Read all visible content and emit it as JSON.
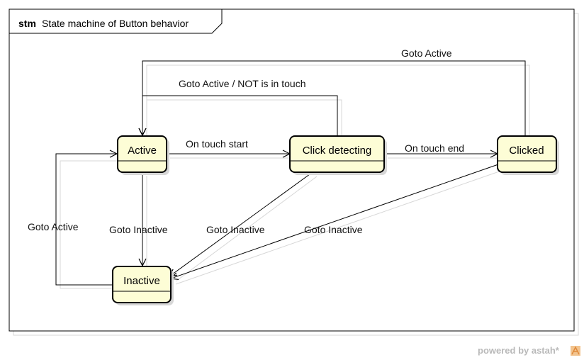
{
  "frame": {
    "keyword": "stm",
    "name": "State machine of Button behavior"
  },
  "states": {
    "active": "Active",
    "click_detecting": "Click detecting",
    "clicked": "Clicked",
    "inactive": "Inactive"
  },
  "transitions": {
    "active_to_click_detecting": "On touch start",
    "click_detecting_to_clicked": "On touch end",
    "clicked_to_active": "Goto Active",
    "click_detecting_to_active": "Goto Active / NOT is in touch",
    "inactive_to_active": "Goto Active",
    "active_to_inactive": "Goto Inactive",
    "click_detecting_to_inactive": "Goto Inactive",
    "clicked_to_inactive": "Goto Inactive"
  },
  "watermark": {
    "text": "powered by astah*"
  },
  "colors": {
    "state_fill": "#fdfdd6",
    "line": "#000000",
    "shadow": "#d7d7d7"
  }
}
